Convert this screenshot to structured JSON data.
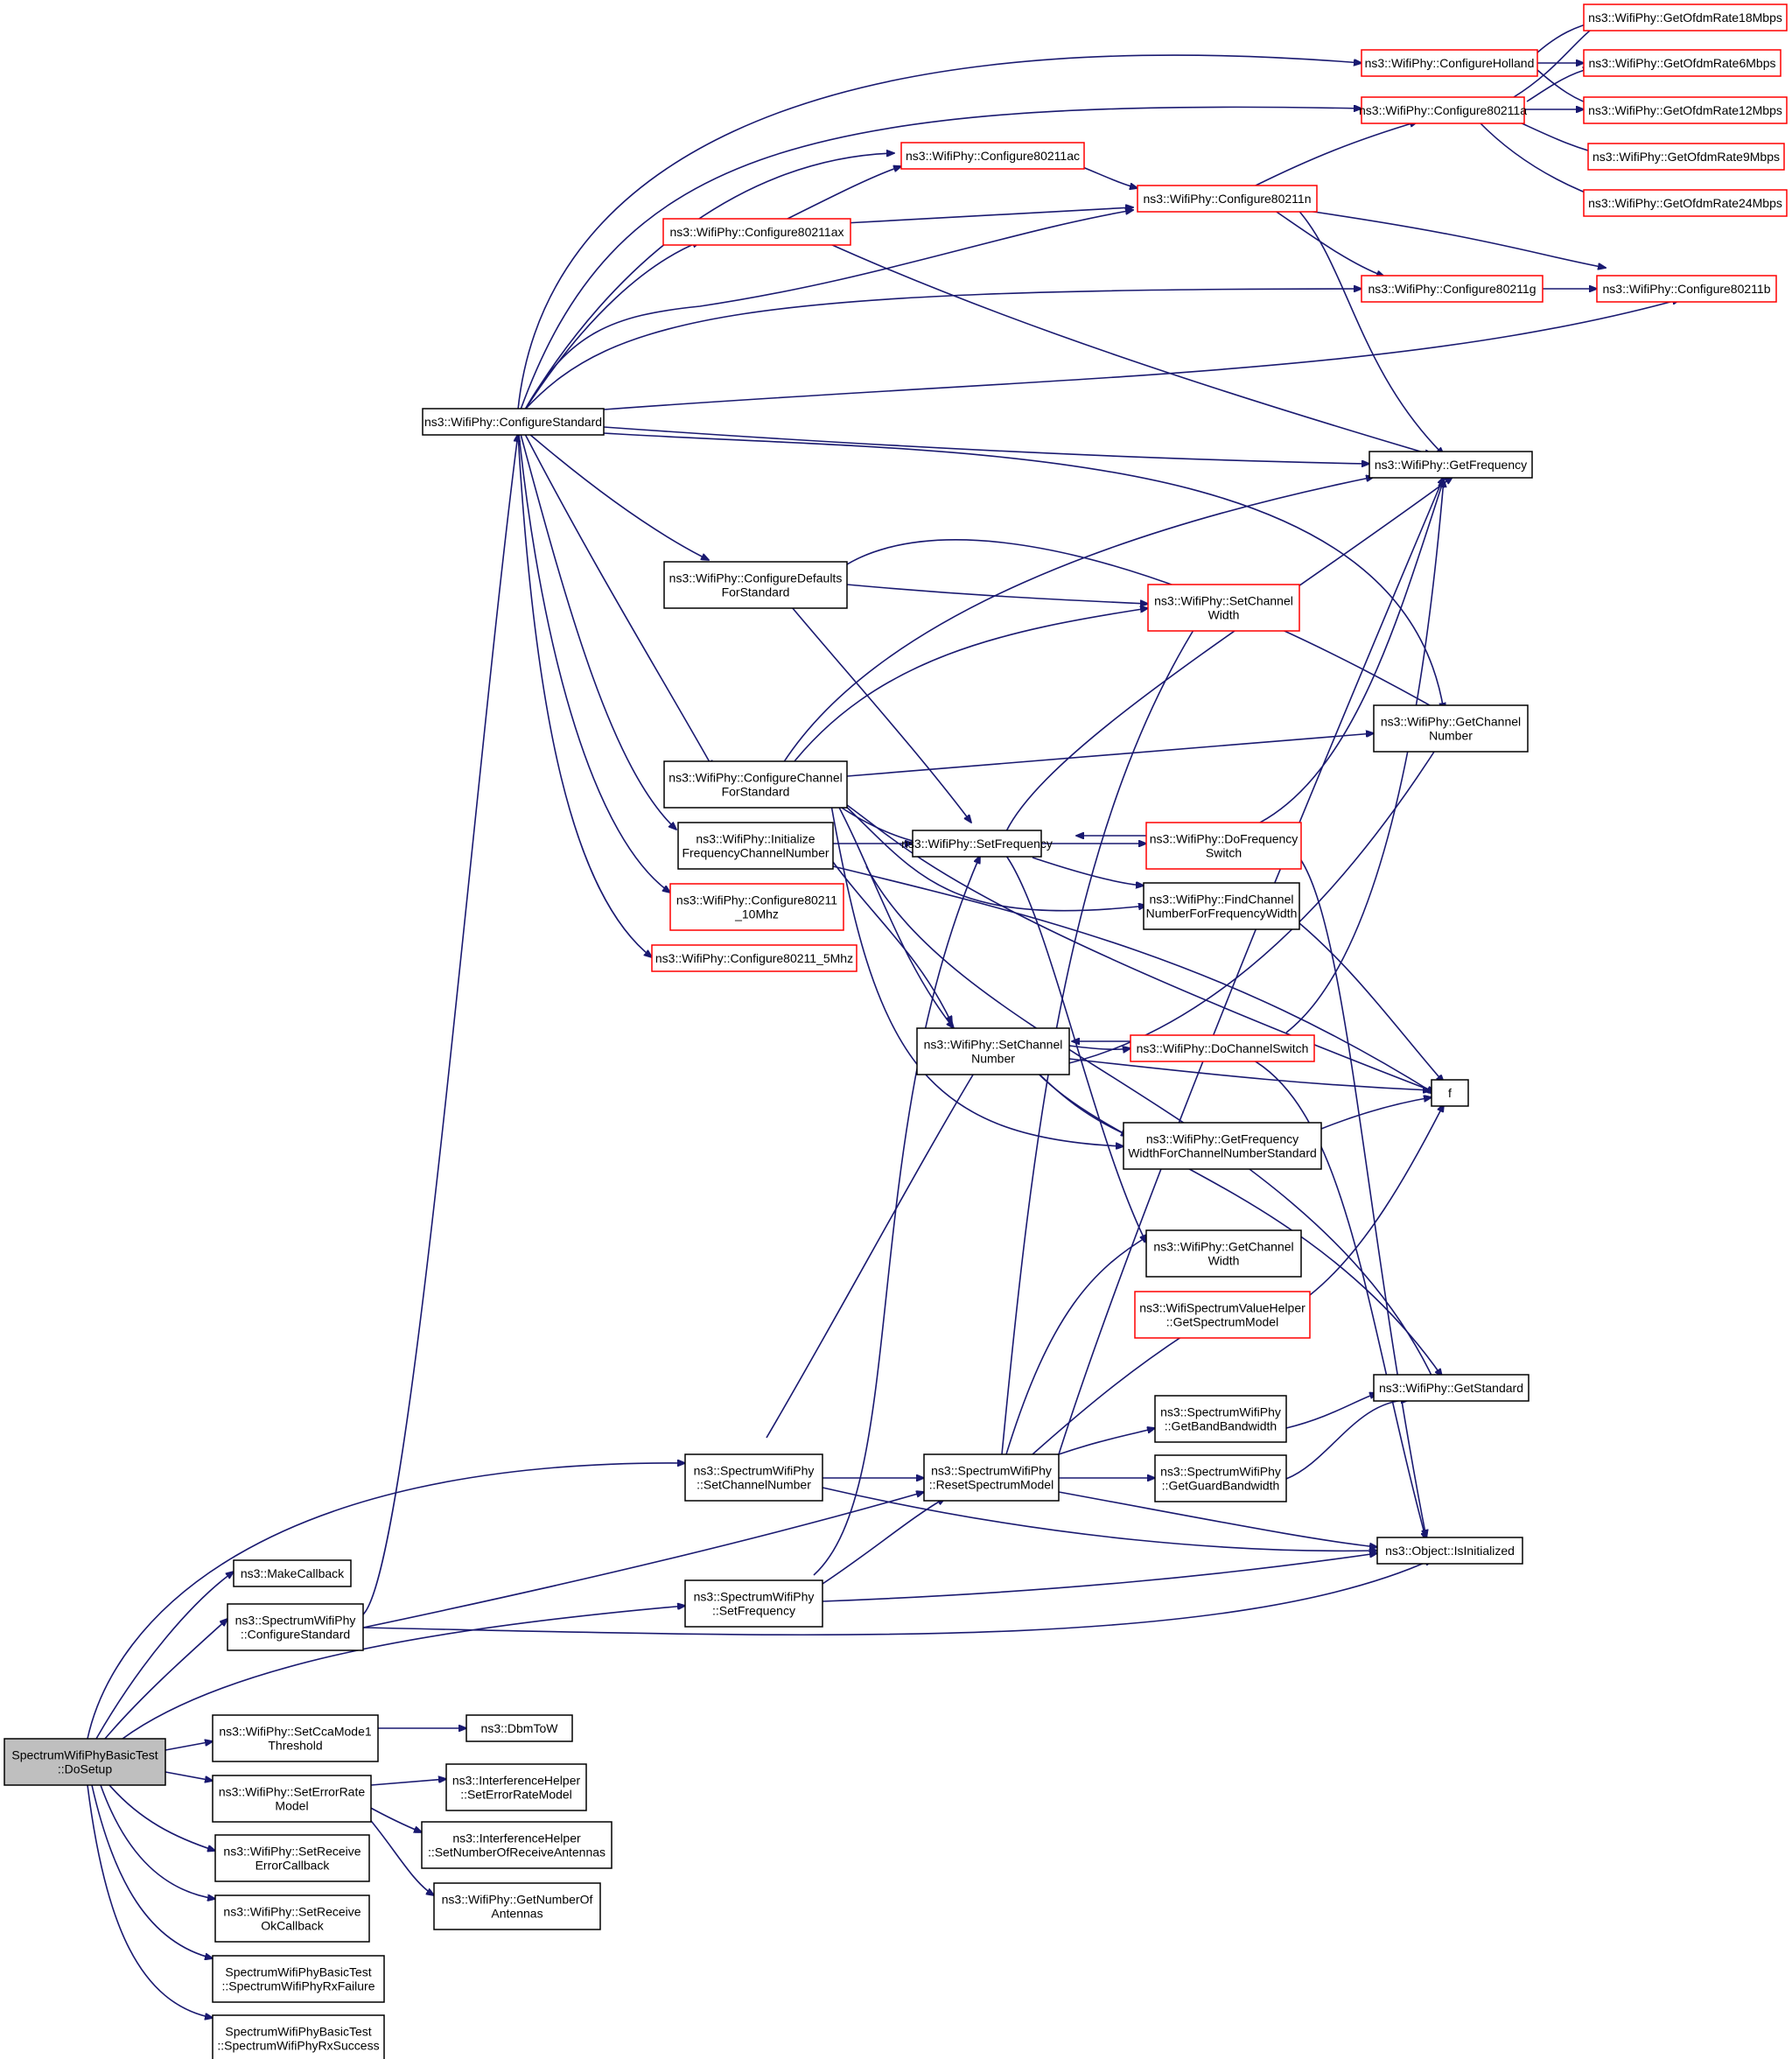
{
  "colors": {
    "edge": "#191970",
    "red_border": "#ff0000",
    "black_border": "#000000",
    "root_fill": "#bfbfbf"
  },
  "nodes": {
    "dosetup": [
      "SpectrumWifiPhyBasicTest",
      "::DoSetup"
    ],
    "makecallback": [
      "ns3::MakeCallback"
    ],
    "spw_configstd": [
      "ns3::SpectrumWifiPhy",
      "::ConfigureStandard"
    ],
    "setcca": [
      "ns3::WifiPhy::SetCcaMode1",
      "Threshold"
    ],
    "dbmtow": [
      "ns3::DbmToW"
    ],
    "seterr": [
      "ns3::WifiPhy::SetErrorRate",
      "Model"
    ],
    "ih_seterr": [
      "ns3::InterferenceHelper",
      "::SetErrorRateModel"
    ],
    "ih_setnum": [
      "ns3::InterferenceHelper",
      "::SetNumberOfReceiveAntennas"
    ],
    "getnumant": [
      "ns3::WifiPhy::GetNumberOf",
      "Antennas"
    ],
    "setrecverr": [
      "ns3::WifiPhy::SetReceive",
      "ErrorCallback"
    ],
    "setrecvok": [
      "ns3::WifiPhy::SetReceive",
      "OkCallback"
    ],
    "rxfailure": [
      "SpectrumWifiPhyBasicTest",
      "::SpectrumWifiPhyRxFailure"
    ],
    "rxsuccess": [
      "SpectrumWifiPhyBasicTest",
      "::SpectrumWifiPhyRxSuccess"
    ],
    "spw_setchnum": [
      "ns3::SpectrumWifiPhy",
      "::SetChannelNumber"
    ],
    "spw_setfreq": [
      "ns3::SpectrumWifiPhy",
      "::SetFrequency"
    ],
    "spw_resetsm": [
      "ns3::SpectrumWifiPhy",
      "::ResetSpectrumModel"
    ],
    "configstd": [
      "ns3::WifiPhy::ConfigureStandard"
    ],
    "configdefaults": [
      "ns3::WifiPhy::ConfigureDefaults",
      "ForStandard"
    ],
    "configchannel": [
      "ns3::WifiPhy::ConfigureChannel",
      "ForStandard"
    ],
    "initfreq": [
      "ns3::WifiPhy::Initialize",
      "FrequencyChannelNumber"
    ],
    "c10mhz": [
      "ns3::WifiPhy::Configure80211",
      "_10Mhz"
    ],
    "c5mhz": [
      "ns3::WifiPhy::Configure80211_5Mhz"
    ],
    "cax": [
      "ns3::WifiPhy::Configure80211ax"
    ],
    "cac": [
      "ns3::WifiPhy::Configure80211ac"
    ],
    "cn": [
      "ns3::WifiPhy::Configure80211n"
    ],
    "cholland": [
      "ns3::WifiPhy::ConfigureHolland"
    ],
    "ca": [
      "ns3::WifiPhy::Configure80211a"
    ],
    "cg": [
      "ns3::WifiPhy::Configure80211g"
    ],
    "cb": [
      "ns3::WifiPhy::Configure80211b"
    ],
    "r18": [
      "ns3::WifiPhy::GetOfdmRate18Mbps"
    ],
    "r6": [
      "ns3::WifiPhy::GetOfdmRate6Mbps"
    ],
    "r12": [
      "ns3::WifiPhy::GetOfdmRate12Mbps"
    ],
    "r9": [
      "ns3::WifiPhy::GetOfdmRate9Mbps"
    ],
    "r24": [
      "ns3::WifiPhy::GetOfdmRate24Mbps"
    ],
    "getfreq": [
      "ns3::WifiPhy::GetFrequency"
    ],
    "setchwidth": [
      "ns3::WifiPhy::SetChannel",
      "Width"
    ],
    "getchnum": [
      "ns3::WifiPhy::GetChannel",
      "Number"
    ],
    "setfreq": [
      "ns3::WifiPhy::SetFrequency"
    ],
    "dofreqswitch": [
      "ns3::WifiPhy::DoFrequency",
      "Switch"
    ],
    "findch": [
      "ns3::WifiPhy::FindChannel",
      "NumberForFrequencyWidth"
    ],
    "setchnum": [
      "ns3::WifiPhy::SetChannel",
      "Number"
    ],
    "dochswitch": [
      "ns3::WifiPhy::DoChannelSwitch"
    ],
    "f": [
      "f"
    ],
    "getfreqwidth": [
      "ns3::WifiPhy::GetFrequency",
      "WidthForChannelNumberStandard"
    ],
    "getchwidth": [
      "ns3::WifiPhy::GetChannel",
      "Width"
    ],
    "wsvh": [
      "ns3::WifiSpectrumValueHelper",
      "::GetSpectrumModel"
    ],
    "getstandard": [
      "ns3::WifiPhy::GetStandard"
    ],
    "getband": [
      "ns3::SpectrumWifiPhy",
      "::GetBandBandwidth"
    ],
    "getguard": [
      "ns3::SpectrumWifiPhy",
      "::GetGuardBandwidth"
    ],
    "isinit": [
      "ns3::Object::IsInitialized"
    ]
  }
}
